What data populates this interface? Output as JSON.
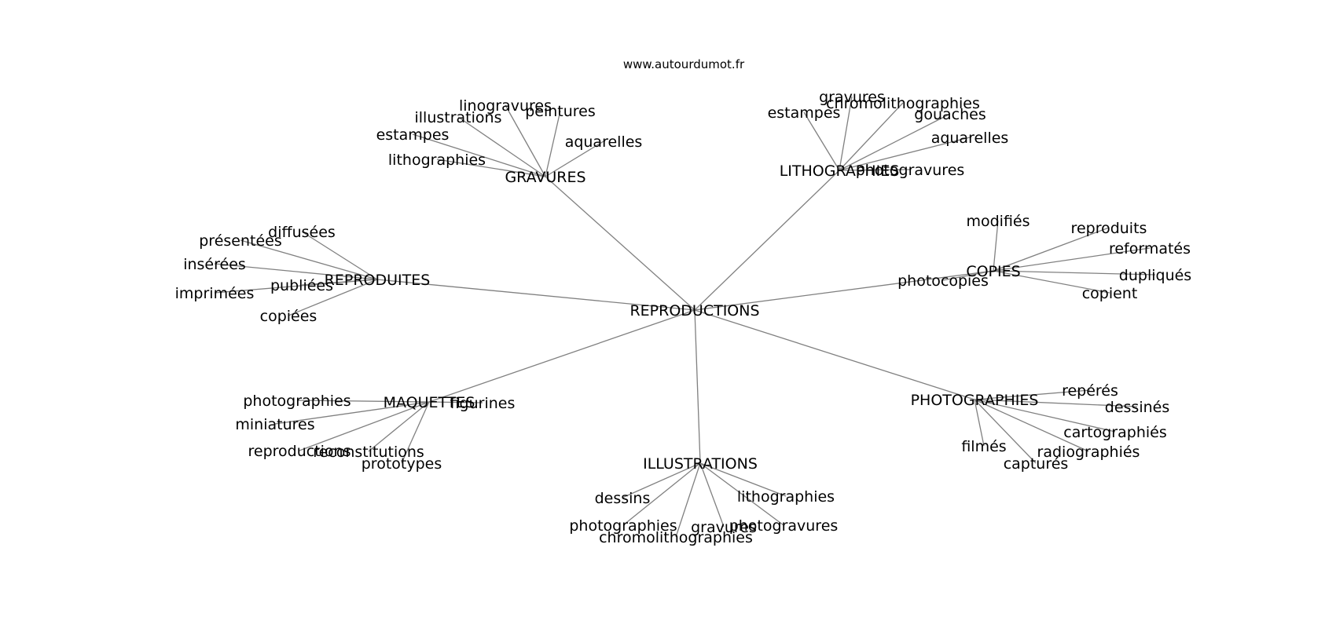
{
  "source": "www.autourdumot.fr",
  "colors": {
    "edge": "#808080",
    "text": "#000000",
    "background": "#ffffff"
  },
  "graph": {
    "center": "REPRODUCTIONS",
    "groups": [
      {
        "name": "GRAVURES",
        "words": [
          "linogravures",
          "peintures",
          "illustrations",
          "estampes",
          "aquarelles",
          "lithographies"
        ]
      },
      {
        "name": "LITHOGRAPHIES",
        "words": [
          "gravures",
          "chromolithographies",
          "estampes",
          "gouaches",
          "aquarelles",
          "photogravures"
        ]
      },
      {
        "name": "REPRODUITES",
        "words": [
          "diffusées",
          "présentées",
          "insérées",
          "publiées",
          "imprimées",
          "copiées"
        ]
      },
      {
        "name": "COPIES",
        "words": [
          "modifiés",
          "reproduits",
          "reformatés",
          "photocopies",
          "dupliqués",
          "copient"
        ]
      },
      {
        "name": "MAQUETTES",
        "words": [
          "photographies",
          "figurines",
          "miniatures",
          "reproductions",
          "reconstitutions",
          "prototypes"
        ]
      },
      {
        "name": "PHOTOGRAPHIES",
        "words": [
          "repérés",
          "dessinés",
          "cartographiés",
          "filmés",
          "radiographiés",
          "capturés"
        ]
      },
      {
        "name": "ILLUSTRATIONS",
        "words": [
          "dessins",
          "lithographies",
          "photographies",
          "gravures",
          "photogravures",
          "chromolithographies"
        ]
      }
    ]
  }
}
